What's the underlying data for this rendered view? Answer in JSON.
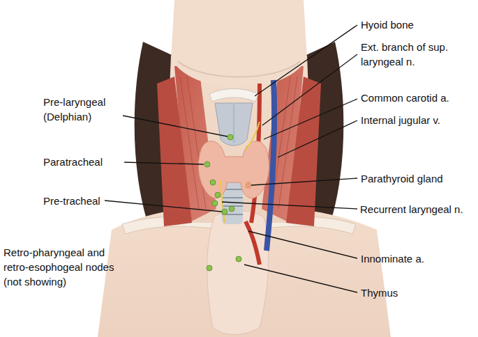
{
  "diagram": {
    "labels": [
      "Hyoid bone",
      "Ext. branch of sup. laryngeal n.",
      "Pre-laryngeal (Delphian)",
      "Common carotid a.",
      "Internal jugular v.",
      "Paratracheal",
      "Parathyroid gland",
      "Pre-tracheal",
      "Recurrent laryngeal n.",
      "Innominate a.",
      "Retro-pharyngeal and retro-esophogeal nodes (not showing)",
      "Thymus"
    ]
  }
}
